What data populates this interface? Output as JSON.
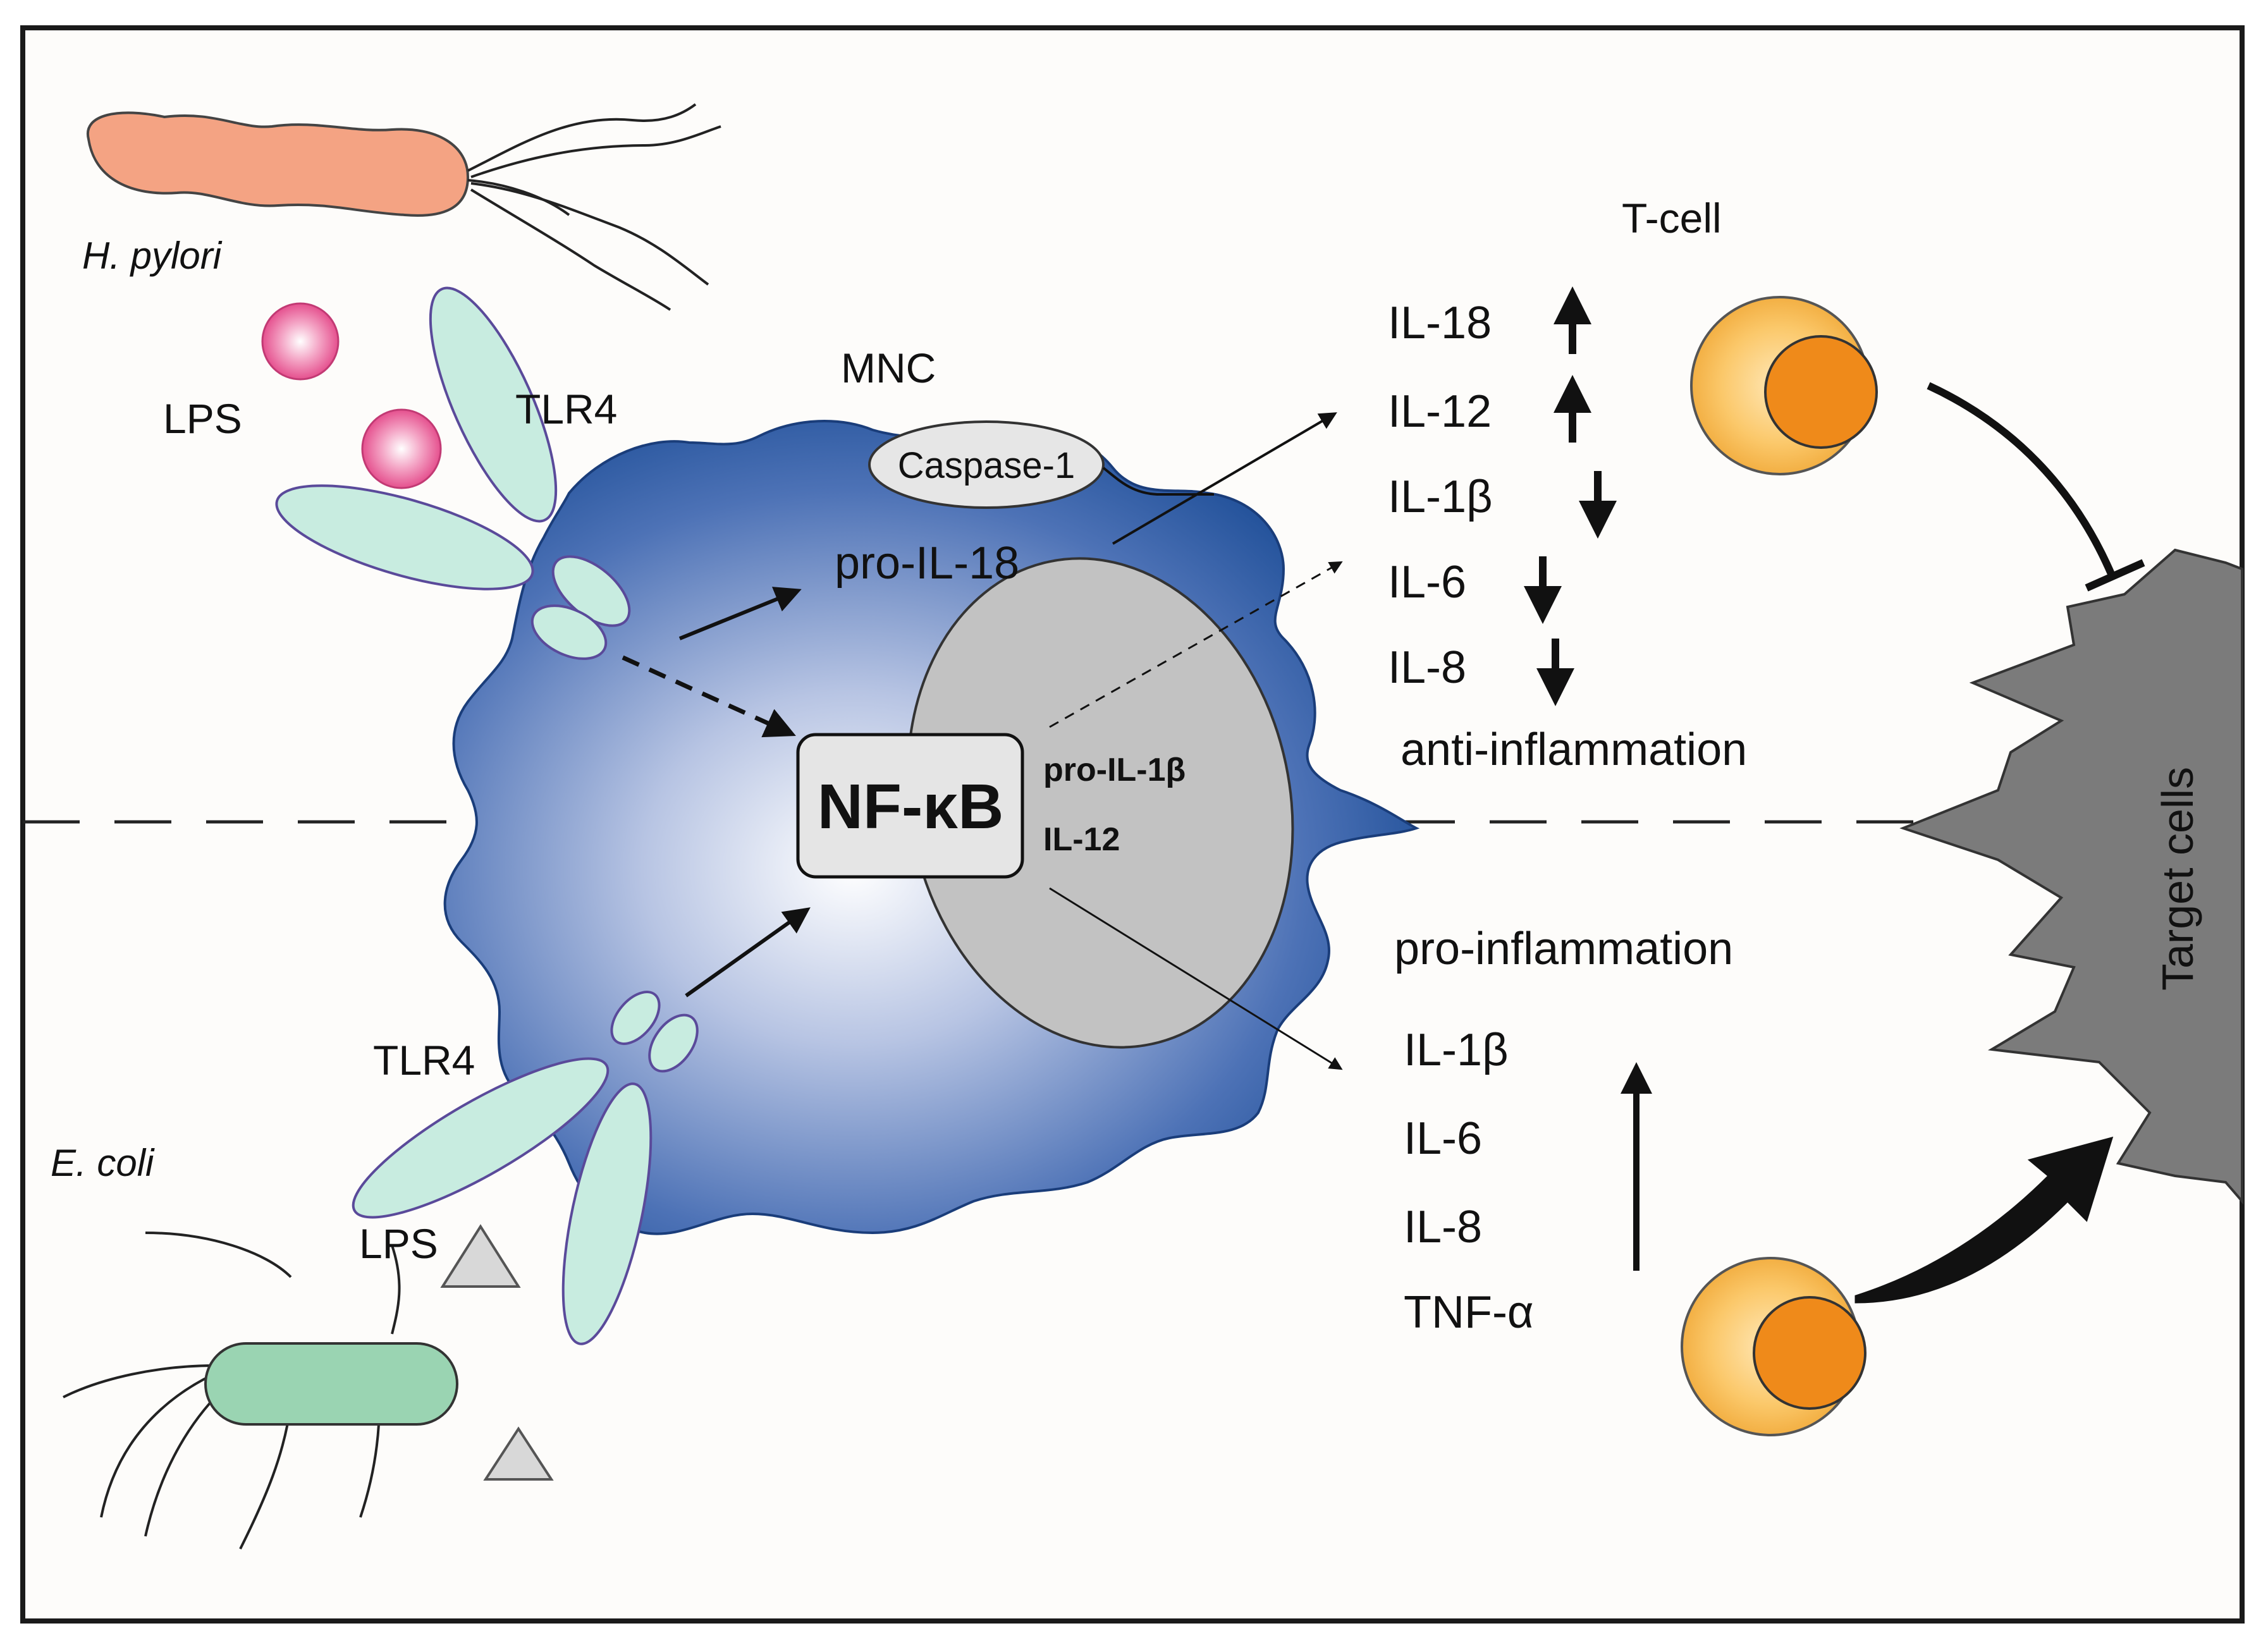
{
  "bacteria": {
    "h_pylori": "H. pylori",
    "e_coli": "E. coli"
  },
  "receptors": {
    "lps_top": "LPS",
    "tlr4_top": "TLR4",
    "tlr4_bottom": "TLR4",
    "lps_bottom": "LPS"
  },
  "cell": {
    "mnc": "MNC",
    "caspase": "Caspase-1",
    "pro_il18": "pro-IL-18",
    "nfkb": "NF-κB",
    "nucleus_pro_il1b": "pro-IL-1β",
    "nucleus_il12": "IL-12"
  },
  "anti": {
    "items": [
      {
        "label": "IL-18",
        "trend": "up"
      },
      {
        "label": "IL-12",
        "trend": "up"
      },
      {
        "label": "IL-1β",
        "trend": "down"
      },
      {
        "label": "IL-6",
        "trend": "down"
      },
      {
        "label": "IL-8",
        "trend": "down"
      }
    ],
    "caption": "anti-inflammation"
  },
  "pro": {
    "caption": "pro-inflammation",
    "items": [
      "IL-1β",
      "IL-6",
      "IL-8",
      "TNF-α"
    ],
    "trend": "up"
  },
  "tcell_label": "T-cell",
  "target_label": "Target cells",
  "colors": {
    "mnc_edge": "#2a5aa0",
    "mnc_center": "#ffffff",
    "nucleus": "#c0c0c0",
    "tlr4": "#c8ece0",
    "tlr4_stroke": "#5a4a9a",
    "lps_pink": "#e8508a",
    "hpylori": "#f4a383",
    "ecoli": "#9ad4b2",
    "tcell_outer": "#f6b64a",
    "tcell_inner": "#ef8a1a",
    "target": "#7d7d7d"
  }
}
